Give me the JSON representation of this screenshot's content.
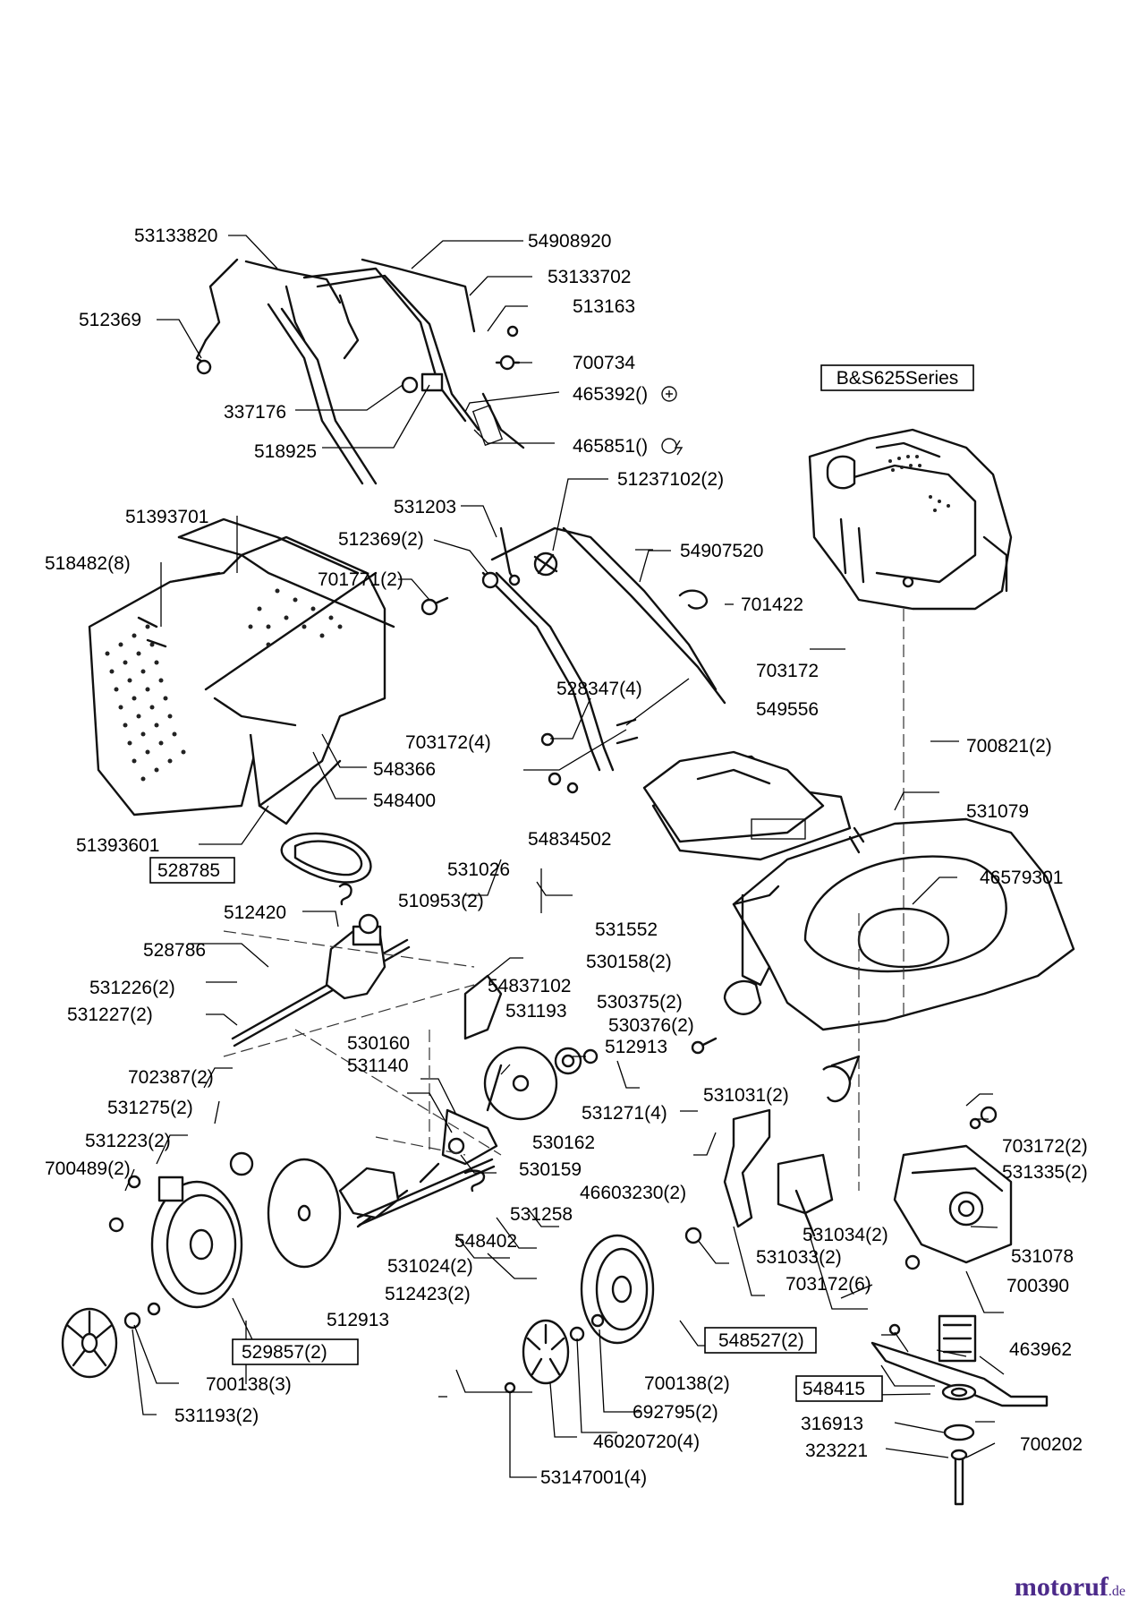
{
  "diagram": {
    "engine_label": "B&S625Series",
    "labels": {
      "l53133820": "53133820",
      "l54908920": "54908920",
      "l53133702": "53133702",
      "l512369": "512369",
      "l513163": "513163",
      "l700734": "700734",
      "l337176": "337176",
      "l465392": "465392()",
      "l518925": "518925",
      "l465851": "465851()",
      "l531203": "531203",
      "l51237102": "51237102(2)",
      "l51393701": "51393701",
      "l512369b": "512369(2)",
      "l54907520": "54907520",
      "l518482": "518482(8)",
      "l701771": "701771(2)",
      "l701422": "701422",
      "l703172": "703172",
      "l528347": "528347(4)",
      "l549556": "549556",
      "l700821": "700821(2)",
      "l703172b": "703172(4)",
      "l548366": "548366",
      "l548400": "548400",
      "l531079": "531079",
      "l51393601": "51393601",
      "l54834502": "54834502",
      "l46579301": "46579301",
      "l528785": "528785",
      "l531026": "531026",
      "l510953": "510953(2)",
      "l531552": "531552",
      "l512420": "512420",
      "l528786": "528786",
      "l530158": "530158(2)",
      "l54837102": "54837102",
      "l531226": "531226(2)",
      "l531227": "531227(2)",
      "l531193": "531193",
      "l530375": "530375(2)",
      "l530376": "530376(2)",
      "l512913": "512913",
      "l530160": "530160",
      "l531140": "531140",
      "l702387": "702387(2)",
      "l531271": "531271(4)",
      "l531031": "531031(2)",
      "l531275": "531275(2)",
      "l530162": "530162",
      "l531223": "531223(2)",
      "l703172c": "703172(2)",
      "l530159": "530159",
      "l531335": "531335(2)",
      "l700489": "700489(2)",
      "l46603230": "46603230(2)",
      "l531258": "531258",
      "l548402": "548402",
      "l531034": "531034(2)",
      "l531033": "531033(2)",
      "l531078": "531078",
      "l531024": "531024(2)",
      "l512423": "512423(2)",
      "l703172d": "703172(6)",
      "l700390": "700390",
      "l512913b": "512913",
      "l548527": "548527(2)",
      "l463962": "463962",
      "l529857": "529857(2)",
      "l700138": "700138(3)",
      "l700138b": "700138(2)",
      "l548415": "548415",
      "l692795": "692795(2)",
      "l316913": "316913",
      "l700202": "700202",
      "l531193b": "531193(2)",
      "l323221": "323221",
      "l46020720": "46020720(4)",
      "l53147001": "53147001(4)"
    }
  },
  "watermark": {
    "name": "motoruf",
    "suffix": ".de"
  }
}
